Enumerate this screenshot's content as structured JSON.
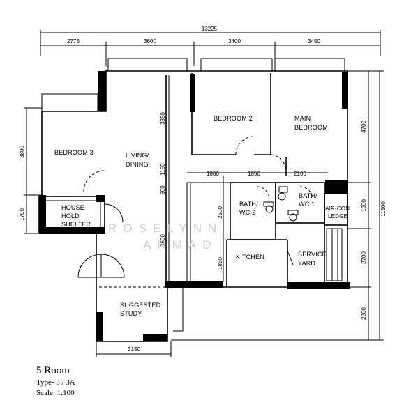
{
  "dimensions": {
    "top_total": "13225",
    "top_segments": [
      "2775",
      "3600",
      "3400",
      "3450"
    ],
    "right_total": "11500",
    "right_segments": [
      "4700",
      "1900",
      "2700",
      "2200"
    ],
    "left_segments": [
      "3800",
      "1700"
    ],
    "bottom_segment": "3150",
    "inner": {
      "d3350": "3350",
      "d1150": "1150",
      "d600": "600",
      "d3600": "3600",
      "d1800": "1800",
      "d1850a": "1850",
      "d2100": "2100",
      "d2500": "2500",
      "d1850b": "1850"
    }
  },
  "rooms": {
    "bedroom3": "BEDROOM 3",
    "bedroom2": "BEDROOM 2",
    "main_bedroom_1": "MAIN",
    "main_bedroom_2": "BEDROOM",
    "living_1": "LIVING/",
    "living_2": "DINING",
    "shelter_1": "HOUSE-",
    "shelter_2": "HOLD",
    "shelter_3": "SHELTER",
    "bath2_1": "BATH/",
    "bath2_2": "WC 2",
    "bath1_1": "BATH/",
    "bath1_2": "WC 1",
    "aircon_1": "AIR-CON",
    "aircon_2": "LEDGE",
    "service_1": "SERVICE",
    "service_2": "YARD",
    "kitchen": "KITCHEN",
    "study_1": "SUGGESTED",
    "study_2": "STUDY"
  },
  "watermark": {
    "line1": "ROSELYNN",
    "line2": "AHMAD"
  },
  "title": {
    "name": "5 Room",
    "type": "Type- 3 / 3A",
    "scale": "Scale: 1:100"
  }
}
